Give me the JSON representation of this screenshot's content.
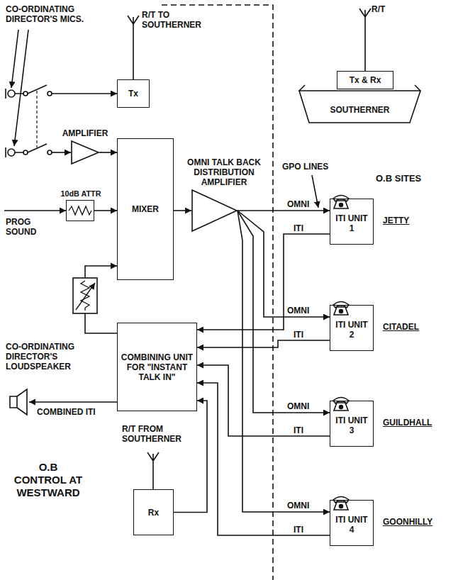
{
  "diagram": {
    "nodes": [
      {
        "text": [
          "Tx"
        ]
      },
      {
        "text": [
          "AMPLIFIER"
        ]
      },
      {
        "text": [
          "10dB ATTR"
        ]
      },
      {
        "text": [
          "MIXER"
        ]
      },
      {
        "text": [
          "OMNI TALK BACK DISTRIBUTION AMPLIFIER"
        ]
      },
      {
        "text": [
          "COMBINING UNIT FOR \"INSTANT TALK IN\""
        ]
      },
      {
        "text": [
          "Rx"
        ]
      },
      {
        "text": [
          "ITI UNIT 1"
        ]
      },
      {
        "text": [
          "ITI UNIT 2"
        ]
      },
      {
        "text": [
          "ITI UNIT 3"
        ]
      },
      {
        "text": [
          "ITI UNIT 4"
        ]
      },
      {
        "text": [
          "SOUTHERNER"
        ]
      },
      {
        "text": [
          "Tx & Rx"
        ],
        "in": 11
      }
    ],
    "edges": [
      {
        "from": 1,
        "to": 3,
        "arrow": "to"
      },
      {
        "from": 2,
        "to": 3,
        "arrow": "to"
      },
      {
        "from": 3,
        "to": 4,
        "arrow": "to"
      },
      {
        "from": 4,
        "to": 7,
        "arrow": "to"
      },
      {
        "from": 4,
        "to": 8,
        "arrow": "to"
      },
      {
        "from": 4,
        "to": 9,
        "arrow": "to"
      },
      {
        "from": 4,
        "to": 10,
        "arrow": "to"
      },
      {
        "from": 7,
        "to": 5,
        "arrow": "to"
      },
      {
        "from": 8,
        "to": 5,
        "arrow": "to"
      },
      {
        "from": 9,
        "to": 5,
        "arrow": "to"
      },
      {
        "from": 10,
        "to": 5,
        "arrow": "to"
      },
      {
        "from": 6,
        "to": 5,
        "arrow": "to"
      },
      {
        "from": 5,
        "to": 3,
        "arrow": "to"
      }
    ],
    "labels": [
      "CO-ORDINATING DIRECTOR'S MICS.",
      "R/T TO SOUTHERNER",
      "PROG SOUND",
      "CO-ORDINATING DIRECTOR'S LOUDSPEAKER",
      "COMBINED ITI",
      "R/T FROM SOUTHERNER",
      "O.B CONTROL AT WESTWARD",
      "R/T",
      "GPO LINES",
      "O.B SITES",
      "OMNI",
      "ITI",
      "JETTY",
      "OMNI",
      "ITI",
      "CITADEL",
      "OMNI",
      "ITI",
      "GUILDHALL",
      "OMNI",
      "ITI",
      "GOONHILLY"
    ]
  }
}
